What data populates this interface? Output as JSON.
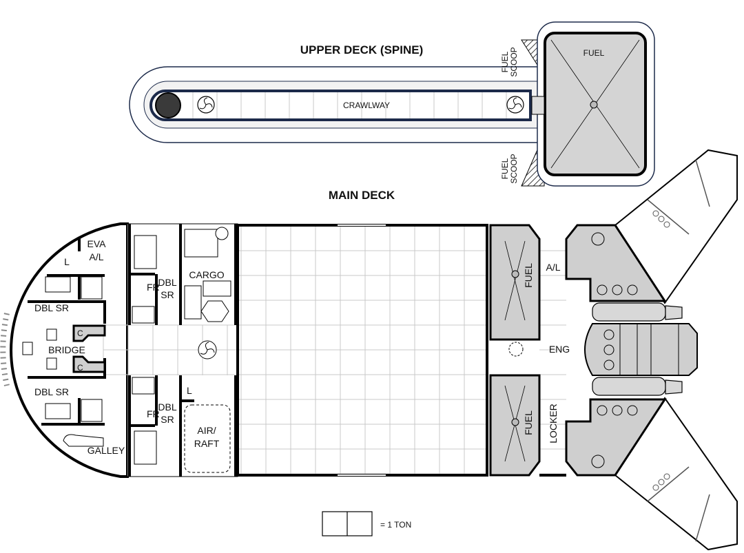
{
  "titles": {
    "upper_deck": "UPPER DECK (SPINE)",
    "main_deck": "MAIN DECK"
  },
  "upper_deck": {
    "crawlway": "CRAWLWAY",
    "fuel": "FUEL",
    "fuel_scoop_top": [
      "FUEL",
      "SCOOP"
    ],
    "fuel_scoop_bottom": [
      "FUEL",
      "SCOOP"
    ]
  },
  "main_deck": {
    "eva_al": [
      "EVA",
      "A/L"
    ],
    "locker_small_top": "L",
    "locker_small_bottom": "L",
    "dbl_sr_top_left": "DBL SR",
    "dbl_sr_bottom_left": "DBL SR",
    "bridge": "BRIDGE",
    "console_top": "C",
    "console_bottom": "C",
    "galley": "GALLEY",
    "fr_top": "FR",
    "fr_bottom": "FR",
    "dbl_sr_top_mid": [
      "DBL",
      "SR"
    ],
    "dbl_sr_bottom_mid": [
      "DBL",
      "SR"
    ],
    "cargo": "CARGO",
    "air_raft": [
      "AIR/",
      "RAFT"
    ],
    "fuel_top": "FUEL",
    "fuel_bottom": "FUEL",
    "airlock": "A/L",
    "eng": "ENG",
    "locker": "LOCKER"
  },
  "legend": {
    "label": "= 1 TON"
  },
  "colors": {
    "machinery": "#cfcfcf",
    "crawlway_border": "#1c2a4a",
    "grid": "#c8c8c8"
  }
}
